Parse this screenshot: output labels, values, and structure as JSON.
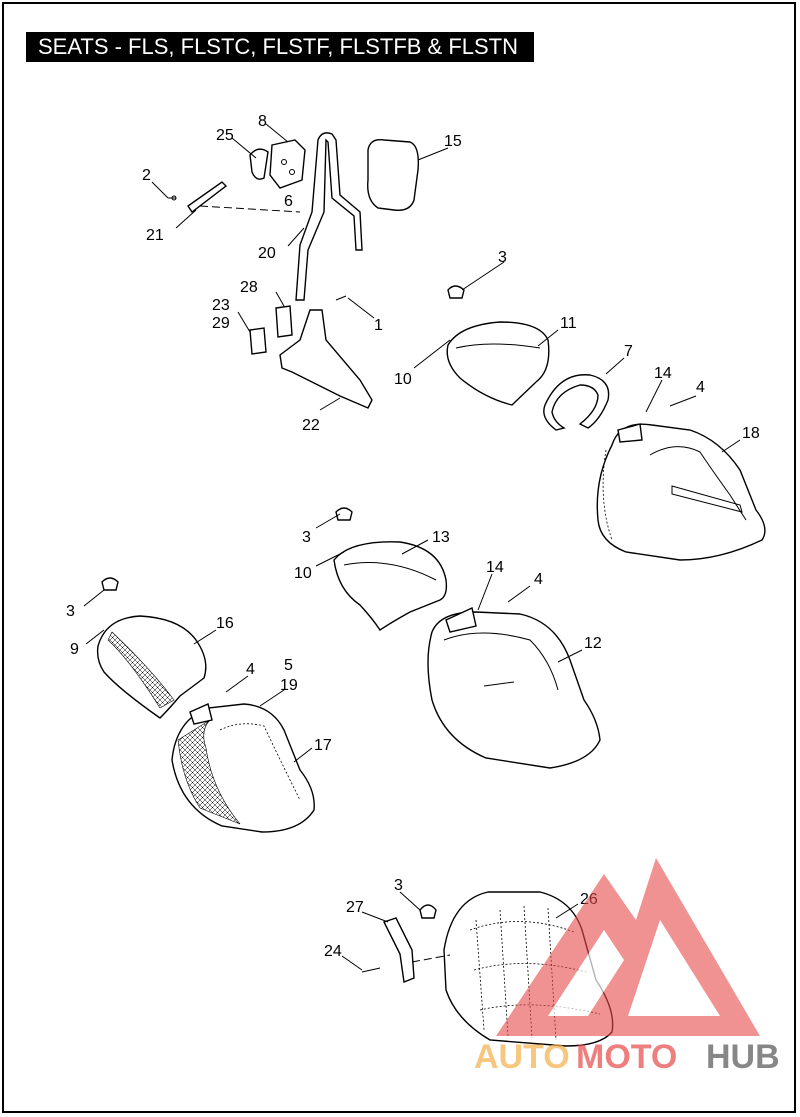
{
  "title": "SEATS - FLS, FLSTC, FLSTF, FLSTFB & FLSTN",
  "watermark": {
    "part1": "AUTO",
    "part2": "MOTO",
    "part3": "HUB",
    "color_orange": "#f5b04a",
    "color_red": "#e84a4a",
    "color_gray": "#555555"
  },
  "labels": {
    "p1": "1",
    "p2": "2",
    "p3a": "3",
    "p3b": "3",
    "p3c": "3",
    "p3d": "3",
    "p4a": "4",
    "p4b": "4",
    "p4c": "4",
    "p5": "5",
    "p6": "6",
    "p7": "7",
    "p8": "8",
    "p9": "9",
    "p10a": "10",
    "p10b": "10",
    "p11": "11",
    "p12": "12",
    "p13": "13",
    "p14a": "14",
    "p14b": "14",
    "p15": "15",
    "p16": "16",
    "p17": "17",
    "p18": "18",
    "p19": "19",
    "p20": "20",
    "p21": "21",
    "p22": "22",
    "p23": "23",
    "p24": "24",
    "p25": "25",
    "p26": "26",
    "p27": "27",
    "p28": "28",
    "p29": "29"
  }
}
